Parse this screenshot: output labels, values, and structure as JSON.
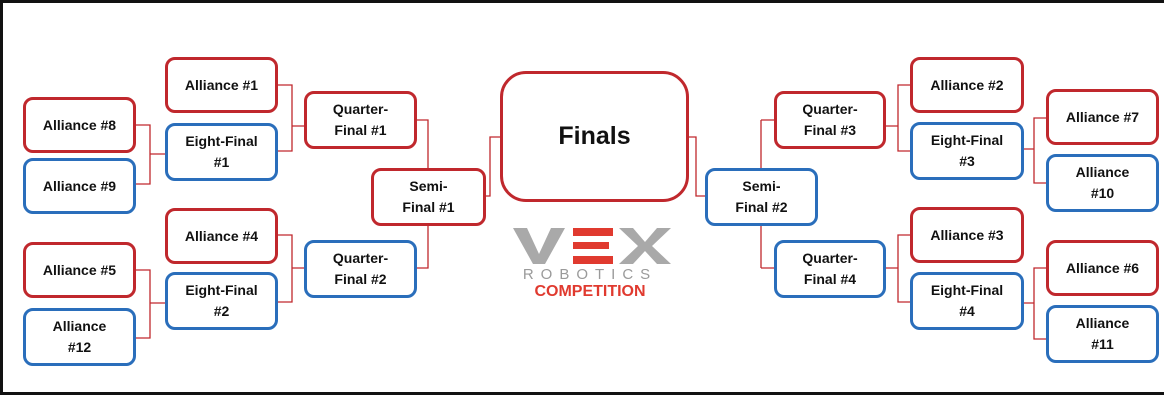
{
  "bracket": {
    "alliance_1": "Alliance #1",
    "alliance_2": "Alliance #2",
    "alliance_3": "Alliance #3",
    "alliance_4": "Alliance #4",
    "alliance_5": "Alliance #5",
    "alliance_6": "Alliance #6",
    "alliance_7": "Alliance #7",
    "alliance_8": "Alliance #8",
    "alliance_9": "Alliance #9",
    "alliance_10": "Alliance\n#10",
    "alliance_11": "Alliance\n#11",
    "alliance_12": "Alliance\n#12",
    "eighth_1": "Eight-Final\n#1",
    "eighth_2": "Eight-Final\n#2",
    "eighth_3": "Eight-Final\n#3",
    "eighth_4": "Eight-Final\n#4",
    "quarter_1": "Quarter-\nFinal #1",
    "quarter_2": "Quarter-\nFinal #2",
    "quarter_3": "Quarter-\nFinal #3",
    "quarter_4": "Quarter-\nFinal #4",
    "semi_1": "Semi-\nFinal #1",
    "semi_2": "Semi-\nFinal #2",
    "finals": "Finals"
  },
  "logo": {
    "word": "ROBOTICS",
    "sub": "COMPETITION"
  },
  "colors": {
    "red_border": "#c0282d",
    "blue_border": "#2a6ebb",
    "logo_red": "#e03a2f",
    "logo_gray": "#9a9a9a"
  }
}
